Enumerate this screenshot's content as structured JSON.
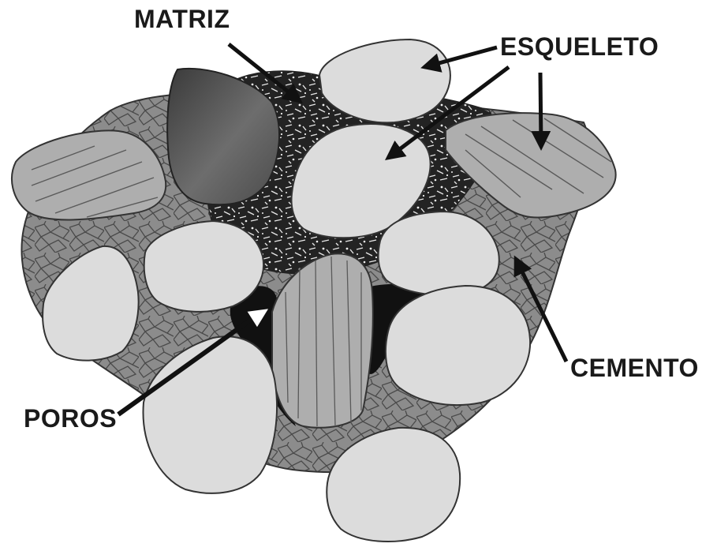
{
  "labels": {
    "matrix": "MATRIZ",
    "skeleton": "ESQUELETO",
    "cement": "CEMENTO",
    "pores": "POROS"
  },
  "colors": {
    "cement_fill": "#8c8c8c",
    "cement_lines": "#4a4a4a",
    "grain_light": "#dcdcdc",
    "grain_striped": "#aeaeae",
    "grain_dark": "#5a5a5a",
    "matrix": "#232323",
    "pore": "#111111",
    "outline": "#333333"
  }
}
